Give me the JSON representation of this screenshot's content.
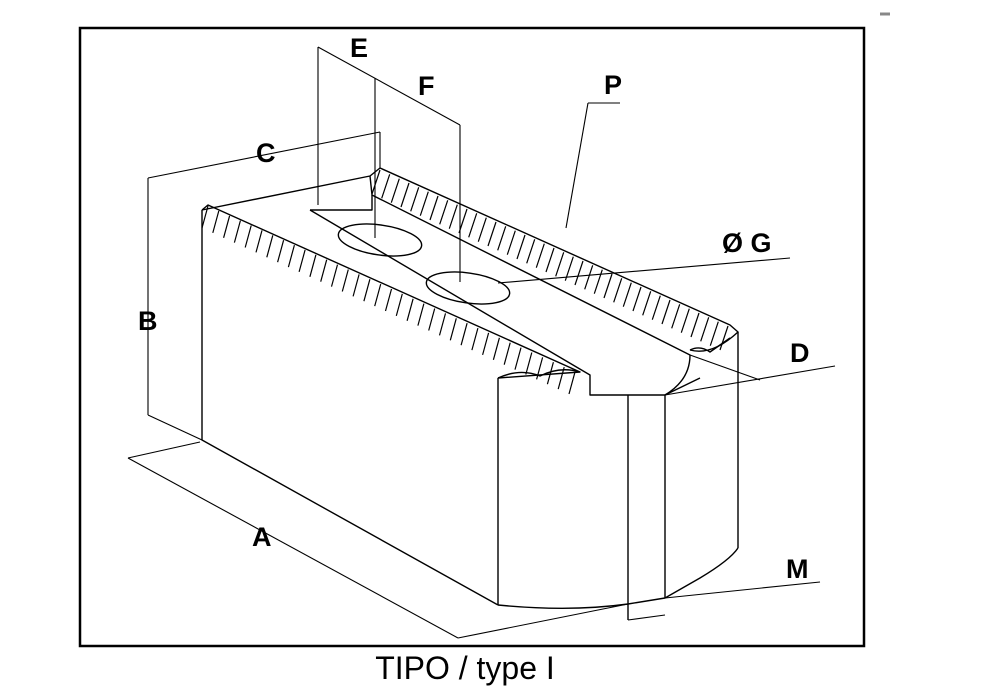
{
  "labels": {
    "A": "A",
    "B": "B",
    "C": "C",
    "D": "D",
    "E": "E",
    "F": "F",
    "G": "Ø G",
    "M": "M",
    "P": "P"
  },
  "caption": "TIPO / type  I"
}
